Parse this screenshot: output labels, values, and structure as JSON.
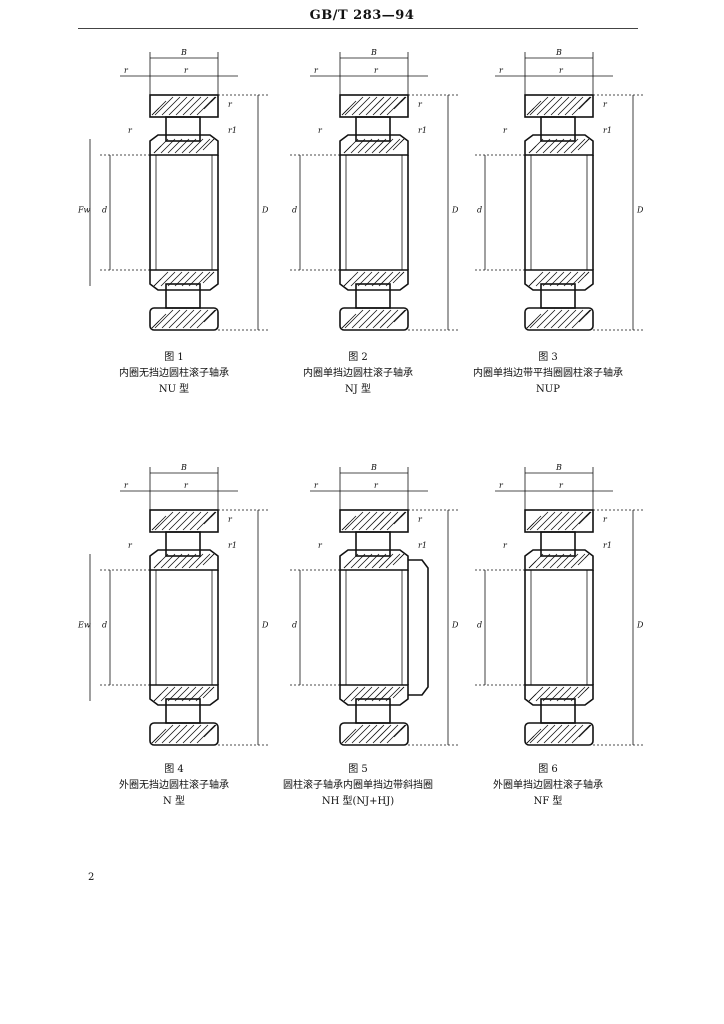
{
  "header": {
    "standard": "GB/T  283—94"
  },
  "page_number": "2",
  "figures": [
    {
      "fig": "图 1",
      "name": "内圈无挡边圆柱滚子轴承",
      "type": "NU 型"
    },
    {
      "fig": "图 2",
      "name": "内圈单挡边圆柱滚子轴承",
      "type": "NJ 型"
    },
    {
      "fig": "图 3",
      "name": "内圈单挡边带平挡圈圆柱滚子轴承",
      "type": "NUP"
    },
    {
      "fig": "图 4",
      "name": "外圈无挡边圆柱滚子轴承",
      "type": "N 型"
    },
    {
      "fig": "图 5",
      "name": "圆柱滚子轴承内圈单挡边带斜挡圈",
      "type": "NH 型(NJ+HJ)"
    },
    {
      "fig": "图 6",
      "name": "外圈单挡边圆柱滚子轴承",
      "type": "NF 型"
    }
  ],
  "dim_labels": {
    "B": "B",
    "r": "r",
    "r1": "r1",
    "d": "d",
    "D": "D",
    "Fw": "Fw",
    "Ew": "Ew"
  }
}
